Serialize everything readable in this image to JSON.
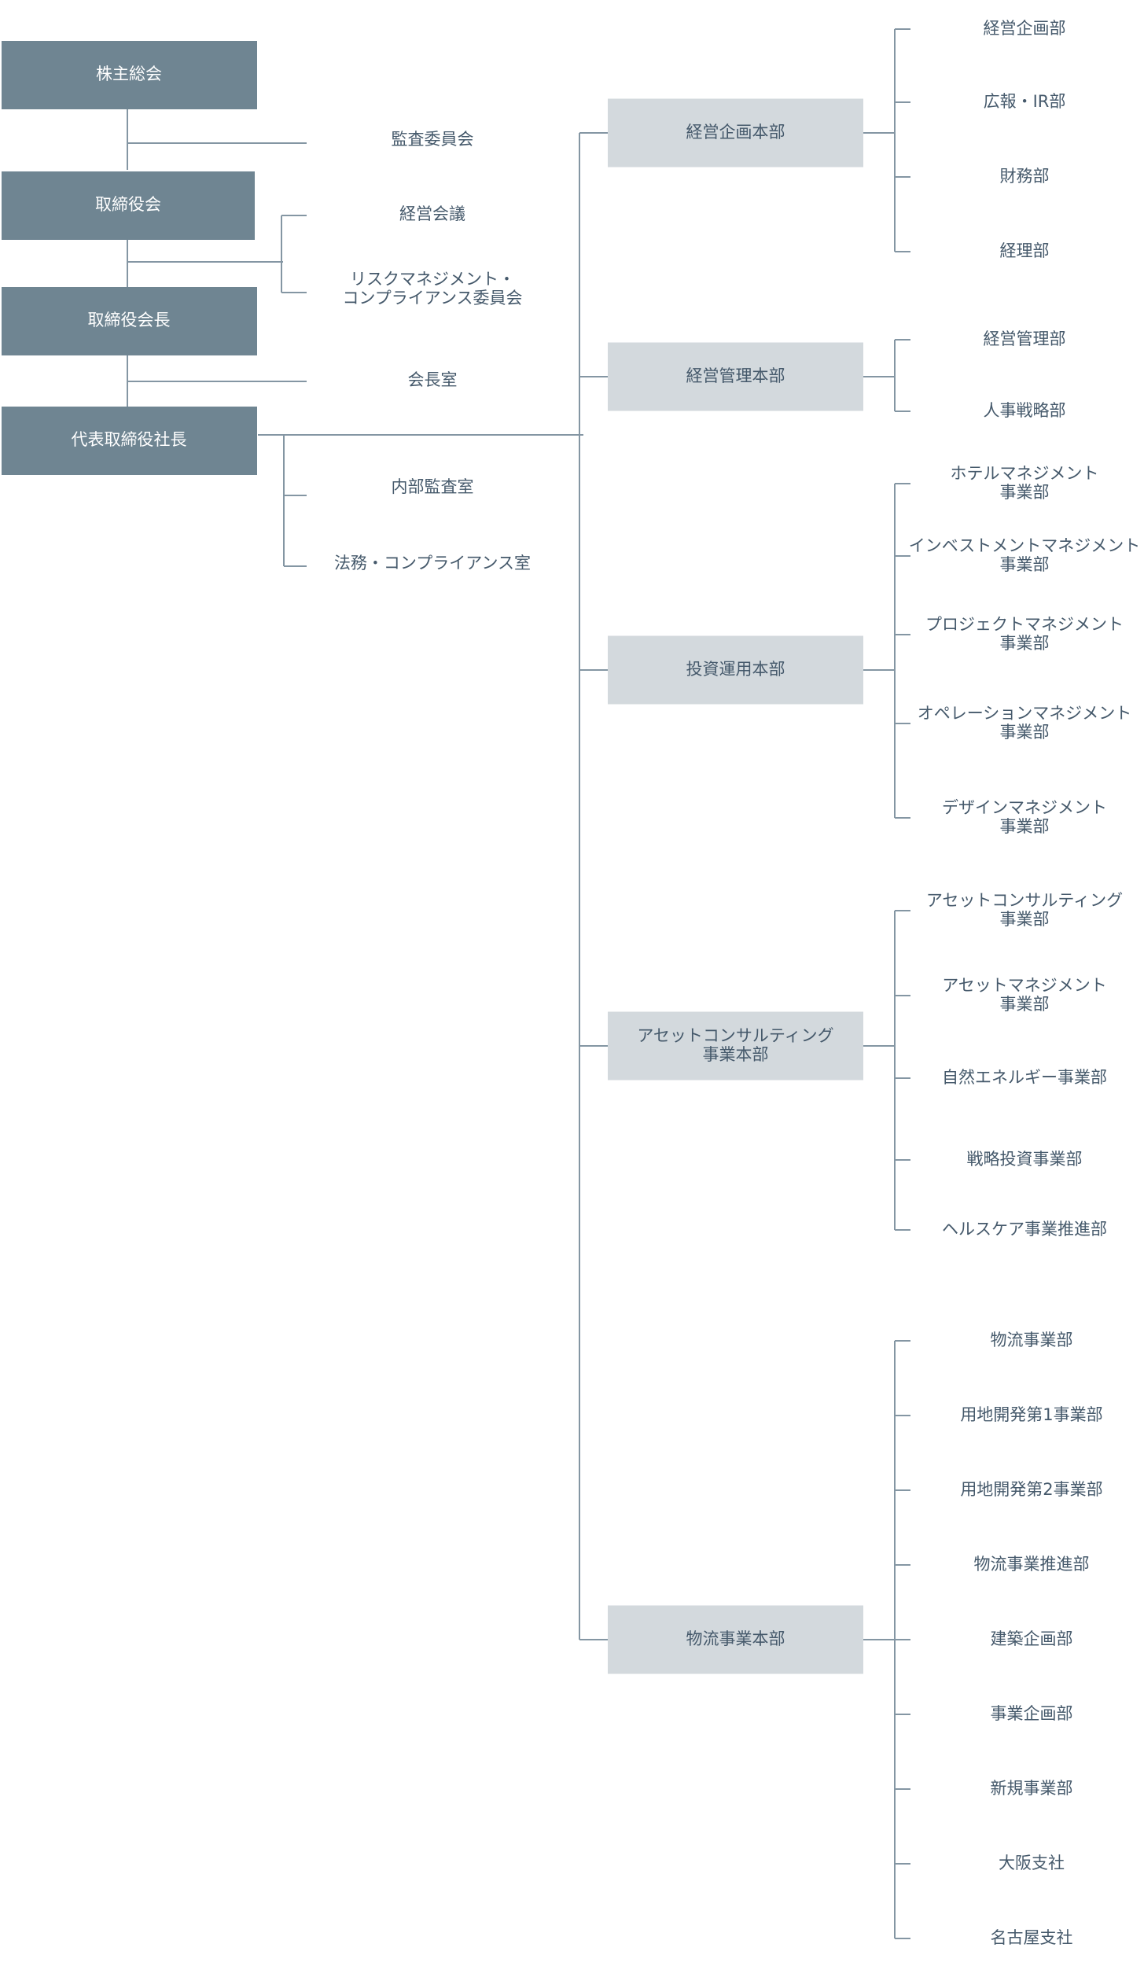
{
  "leadership": {
    "shareholders": "株主総会",
    "board": "取締役会",
    "chairman": "取締役会長",
    "president": "代表取締役社長"
  },
  "committees": {
    "audit": "監査委員会",
    "management_meeting": "経営会議",
    "risk_line1": "リスクマネジメント・",
    "risk_line2": "コンプライアンス委員会",
    "chairman_office": "会長室",
    "internal_audit": "内部監査室",
    "legal": "法務・コンプライアンス室"
  },
  "divisions": [
    {
      "name_lines": [
        "経営企画本部"
      ],
      "departments": [
        [
          "経営企画部"
        ],
        [
          "広報・IR部"
        ],
        [
          "財務部"
        ],
        [
          "経理部"
        ]
      ]
    },
    {
      "name_lines": [
        "経営管理本部"
      ],
      "departments": [
        [
          "経営管理部"
        ],
        [
          "人事戦略部"
        ]
      ]
    },
    {
      "name_lines": [
        "投資運用本部"
      ],
      "departments": [
        [
          "ホテルマネジメント",
          "事業部"
        ],
        [
          "インベストメントマネジメント",
          "事業部"
        ],
        [
          "プロジェクトマネジメント",
          "事業部"
        ],
        [
          "オペレーションマネジメント",
          "事業部"
        ],
        [
          "デザインマネジメント",
          "事業部"
        ]
      ]
    },
    {
      "name_lines": [
        "アセットコンサルティング",
        "事業本部"
      ],
      "departments": [
        [
          "アセットコンサルティング",
          "事業部"
        ],
        [
          "アセットマネジメント",
          "事業部"
        ],
        [
          "自然エネルギー事業部"
        ],
        [
          "戦略投資事業部"
        ],
        [
          "ヘルスケア事業推進部"
        ]
      ]
    },
    {
      "name_lines": [
        "物流事業本部"
      ],
      "departments": [
        [
          "物流事業部"
        ],
        [
          "用地開発第1事業部"
        ],
        [
          "用地開発第2事業部"
        ],
        [
          "物流事業推進部"
        ],
        [
          "建築企画部"
        ],
        [
          "事業企画部"
        ],
        [
          "新規事業部"
        ],
        [
          "大阪支社"
        ],
        [
          "名古屋支社"
        ]
      ]
    }
  ],
  "colors": {
    "dark_box": "#6f8592",
    "light_box": "#d3d9dd",
    "line": "#8496a3",
    "text": "#45596b"
  }
}
